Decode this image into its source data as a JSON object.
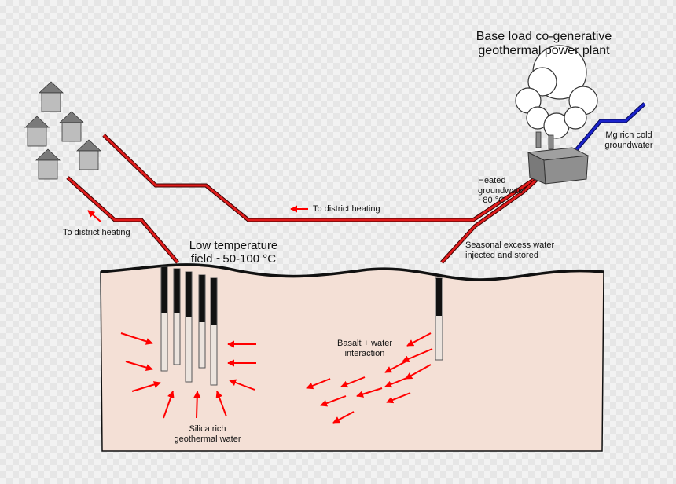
{
  "labels": {
    "plant_title_line1": "Base load co-generative",
    "plant_title_line2": "geothermal power plant",
    "mg_groundwater_line1": "Mg rich cold",
    "mg_groundwater_line2": "groundwater",
    "heated_line1": "Heated",
    "heated_line2": "groundwater",
    "heated_line3": "~80 °C",
    "district_heating_upper": "To district heating",
    "district_heating_left": "To district heating",
    "low_temp_line1": "Low temperature",
    "low_temp_line2": "field ~50-100 °C",
    "seasonal_line1": "Seasonal excess water",
    "seasonal_line2": "injected and stored",
    "basalt_line1": "Basalt + water",
    "basalt_line2": "interaction",
    "silica_line1": "Silica rich",
    "silica_line2": "geothermal water"
  },
  "colors": {
    "hot_pipe": "#e01a1a",
    "cold_pipe": "#1a22cc",
    "ground_fill": "#f4e0d6",
    "house_roof": "#7a7a7a",
    "house_wall": "#bdbdbd",
    "arrow": "#ff0000",
    "plant_body": "#8a8a8a"
  }
}
